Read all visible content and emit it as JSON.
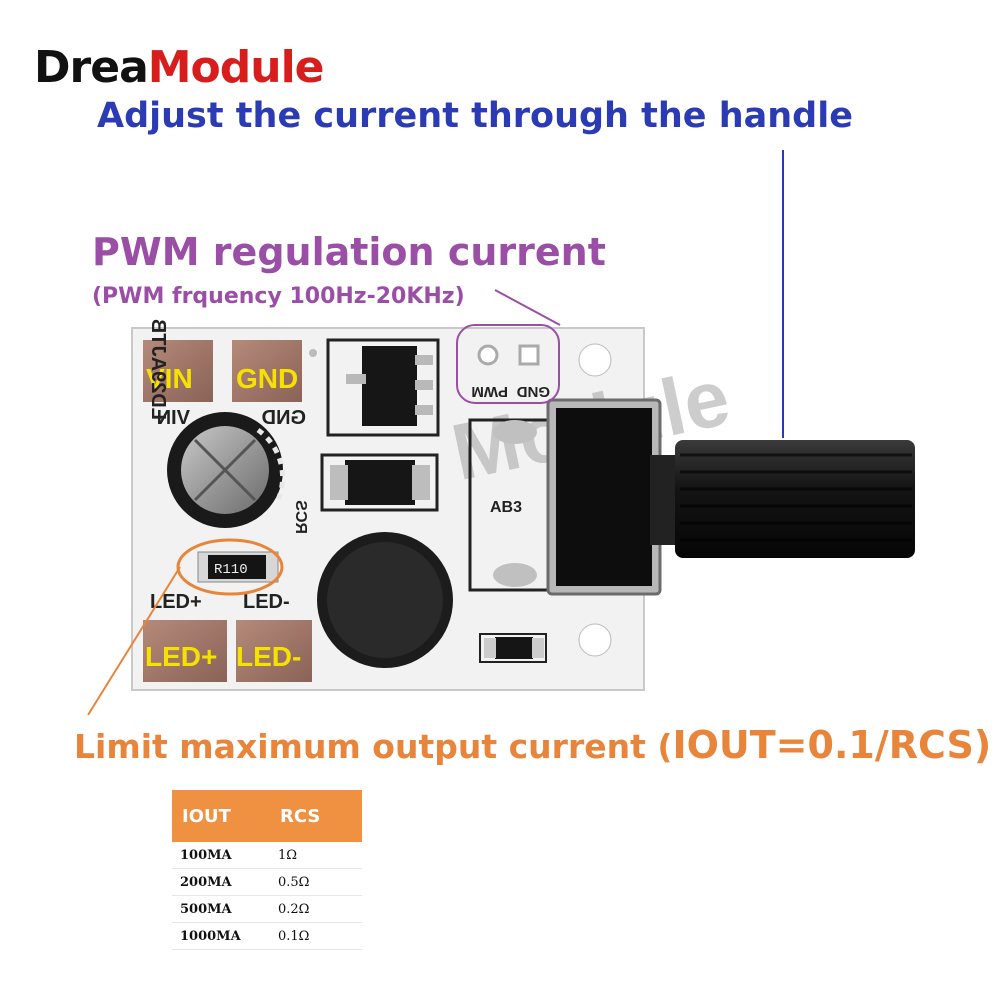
{
  "logo": {
    "part1": "Drea",
    "part2": "Module"
  },
  "headline": "Adjust the current through the handle",
  "pwm": {
    "title": "PWM regulation current",
    "subtitle": "(PWM frquency 100Hz-20KHz)"
  },
  "board": {
    "pads": {
      "vin": "VIN",
      "gnd": "GND",
      "led_plus": "LED+",
      "led_minus": "LED-"
    },
    "silk": {
      "vin_mirror": "VIN",
      "gnd_mirror": "GND",
      "model": "LD29AJTB",
      "rcs": "RCS",
      "led_plus": "LED+",
      "led_minus": "LED-",
      "pwm": "PWM",
      "pwm_gnd": "GND",
      "pot_code": "AB3"
    },
    "resistor_code": "R110",
    "watermark": "Module"
  },
  "limit": {
    "prefix": "Limit maximum output current (",
    "formula": "IOUT=0.1/RCS)"
  },
  "table": {
    "headers": [
      "IOUT",
      "RCS"
    ],
    "rows": [
      [
        "100MA",
        "1Ω"
      ],
      [
        "200MA",
        "0.5Ω"
      ],
      [
        "500MA",
        "0.2Ω"
      ],
      [
        "1000MA",
        "0.1Ω"
      ]
    ]
  },
  "colors": {
    "headline": "#2b3bb5",
    "pwm": "#9b4ea6",
    "limit": "#e8853a",
    "table_header": "#ef9140",
    "pad_label": "#f5e200",
    "logo_accent": "#d81d1d"
  }
}
